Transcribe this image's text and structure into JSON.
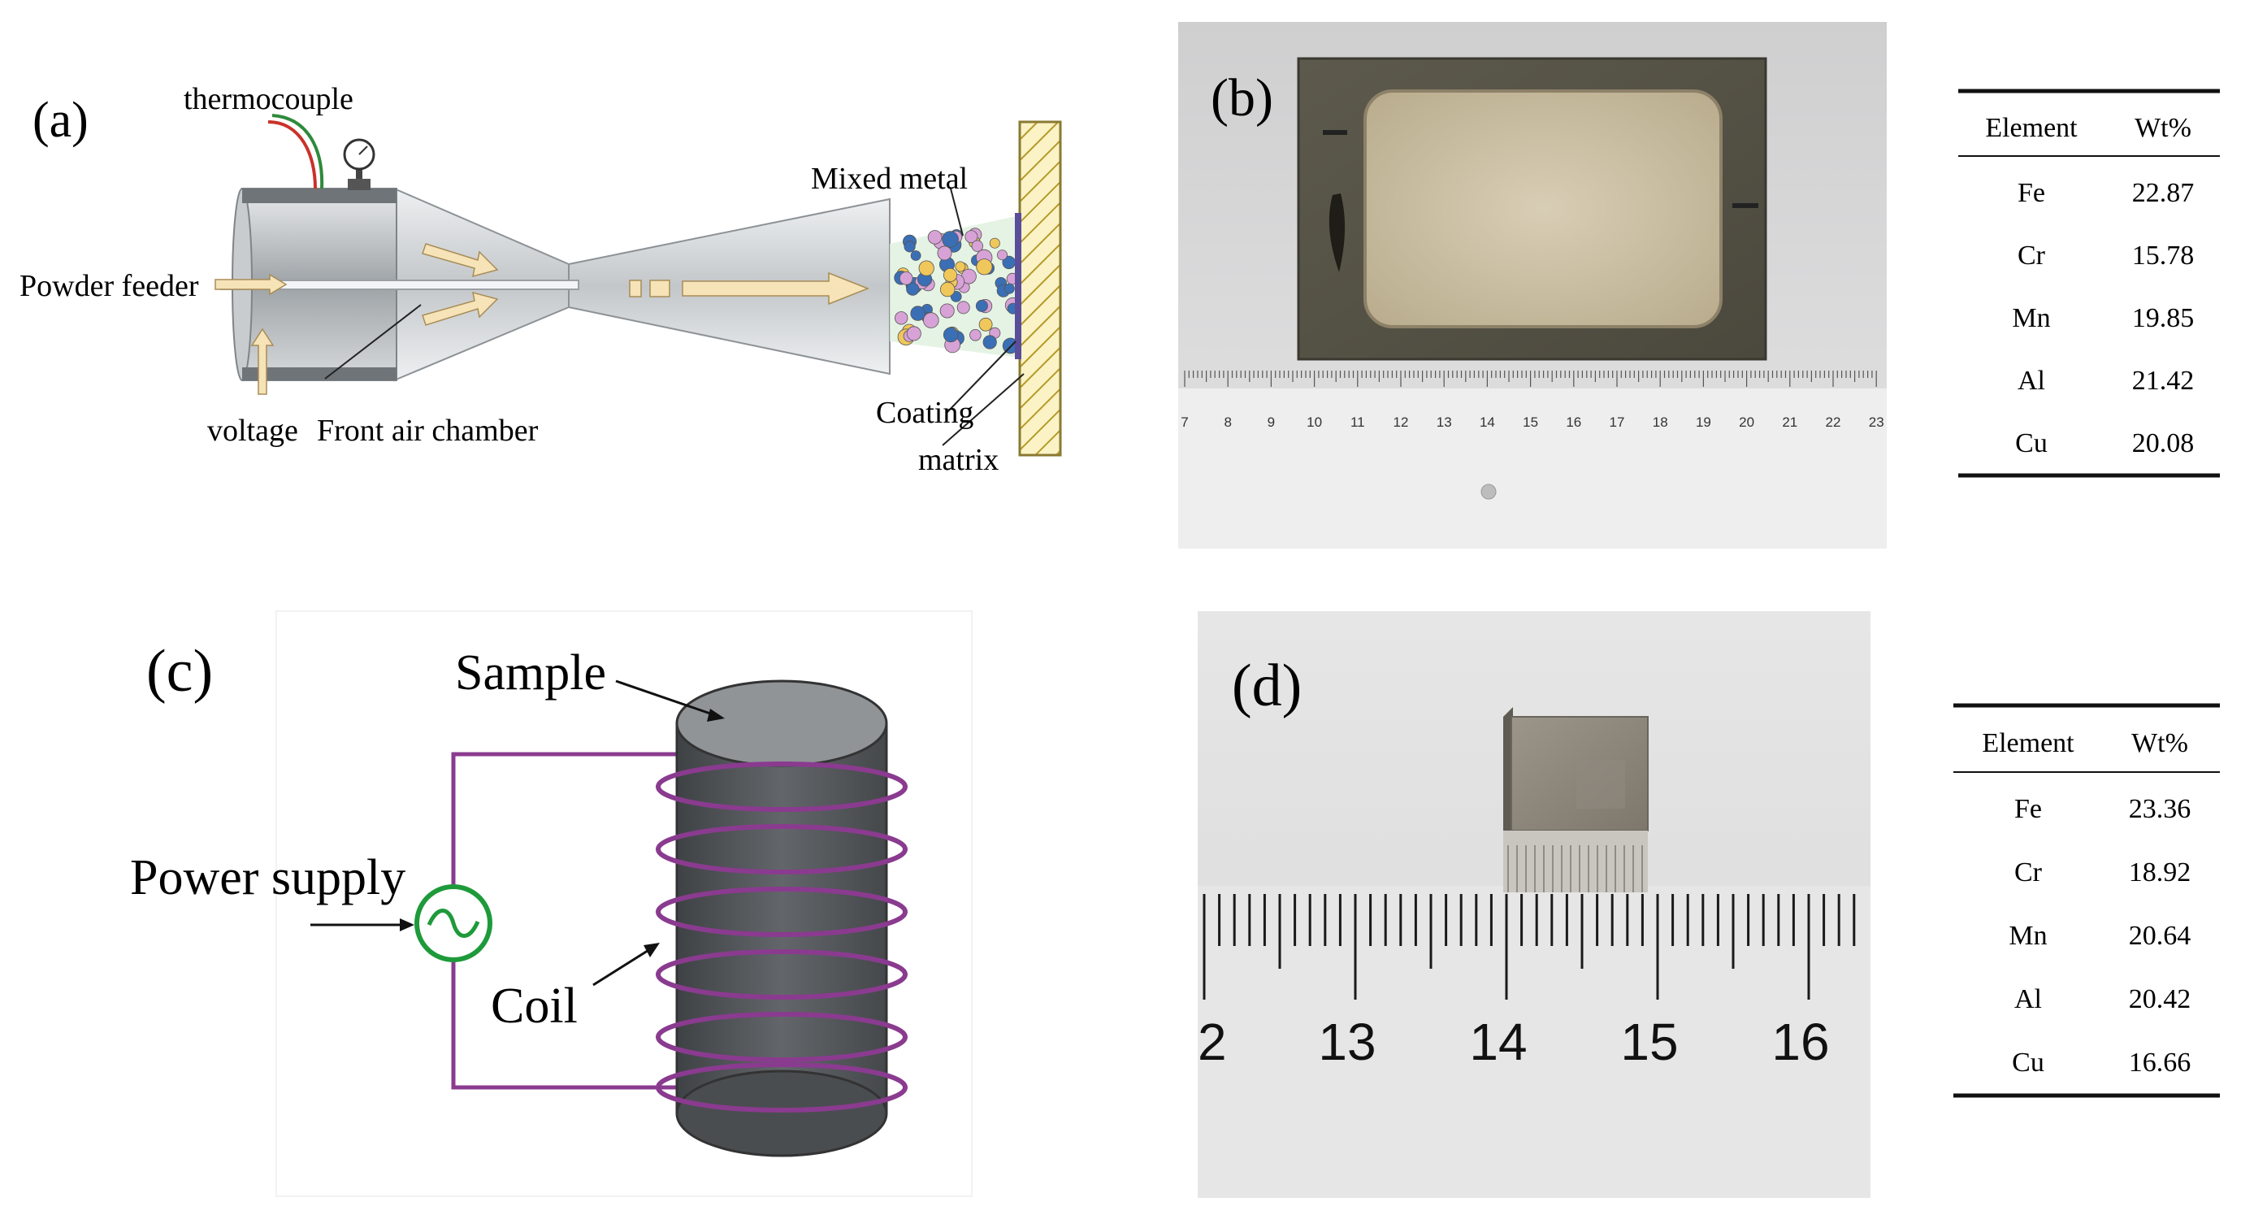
{
  "panel_a": {
    "label": "(a)",
    "labels": {
      "thermocouple": "thermocouple",
      "powder_feeder": "Powder feeder",
      "voltage": "voltage",
      "front_air_chamber": "Front air chamber",
      "mixed_metal": "Mixed metal",
      "coating": "Coating",
      "matrix": "matrix"
    }
  },
  "panel_b": {
    "label": "(b)",
    "ruler_ticks": [
      "7",
      "8",
      "9",
      "10",
      "11",
      "12",
      "13",
      "14",
      "15",
      "16",
      "17",
      "18",
      "19",
      "20",
      "21",
      "22",
      "23"
    ],
    "table": {
      "headers": [
        "Element",
        "Wt%"
      ],
      "rows": [
        [
          "Fe",
          "22.87"
        ],
        [
          "Cr",
          "15.78"
        ],
        [
          "Mn",
          "19.85"
        ],
        [
          "Al",
          "21.42"
        ],
        [
          "Cu",
          "20.08"
        ]
      ]
    }
  },
  "panel_c": {
    "label": "(c)",
    "labels": {
      "sample": "Sample",
      "power_supply": "Power supply",
      "coil": "Coil"
    }
  },
  "panel_d": {
    "label": "(d)",
    "ruler_ticks": [
      "2",
      "13",
      "14",
      "15",
      "16"
    ],
    "table": {
      "headers": [
        "Element",
        "Wt%"
      ],
      "rows": [
        [
          "Fe",
          "23.36"
        ],
        [
          "Cr",
          "18.92"
        ],
        [
          "Mn",
          "20.64"
        ],
        [
          "Al",
          "20.42"
        ],
        [
          "Cu",
          "16.66"
        ]
      ]
    }
  },
  "colors": {
    "arrow_fill": "#f6e3b8",
    "hatch": "#d8c04a",
    "coil": "#8a3b8f",
    "power_ring": "#1f9a3b",
    "cylinder": "#55595d"
  }
}
